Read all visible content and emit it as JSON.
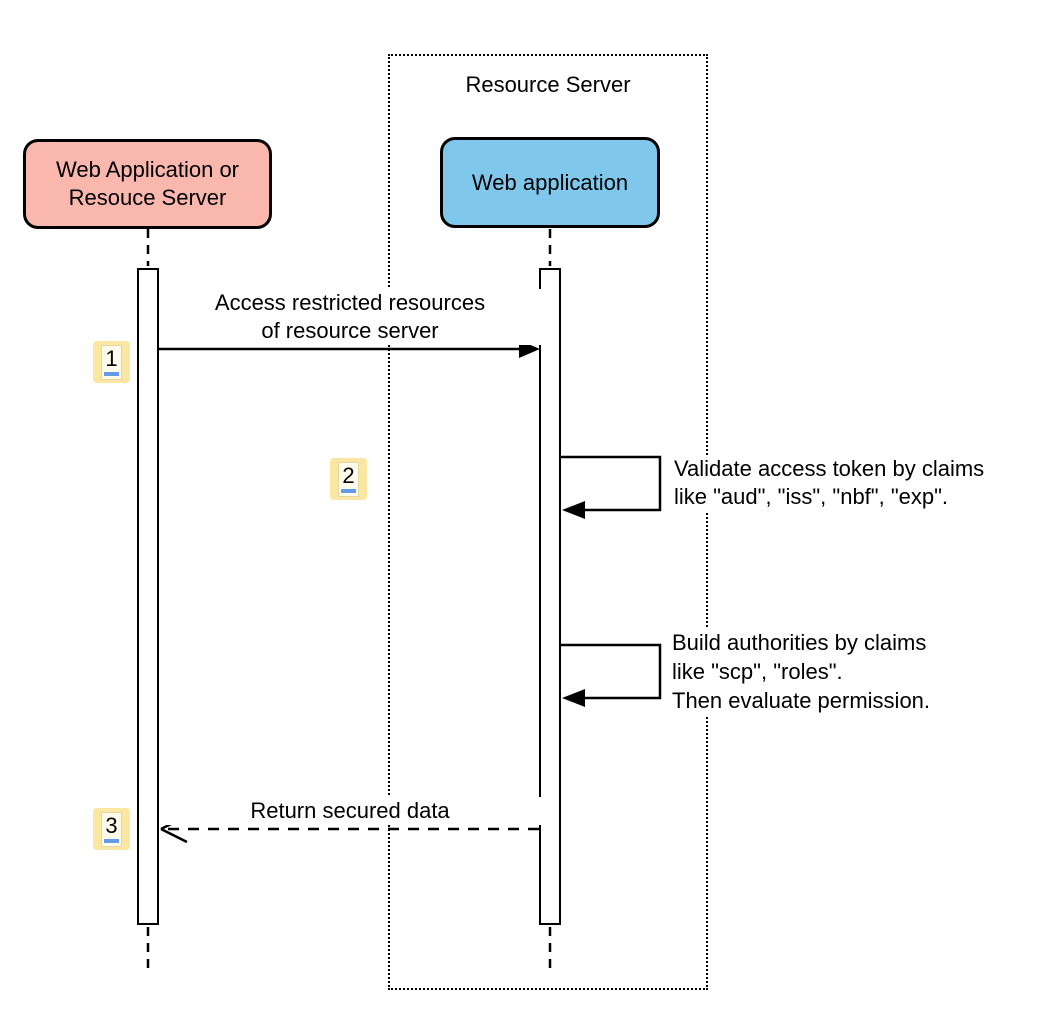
{
  "colors": {
    "background": "#FFFFFF",
    "actor_left_fill": "#F9B7AE",
    "actor_right_fill": "#7FC8EC",
    "badge_fill": "#FBE7A1",
    "badge_inner_fill": "#FEFBEB",
    "badge_underline": "#6699E8",
    "line_color": "#000000"
  },
  "frame": {
    "title": "Resource Server"
  },
  "actors": {
    "left": {
      "label": "Web Application or\nResouce Server"
    },
    "right": {
      "label": "Web application"
    }
  },
  "messages": {
    "m1": {
      "num": "1",
      "label": "Access restricted resources\nof resource server",
      "type": "solid-arrow"
    },
    "m2": {
      "num": "2",
      "label": "Validate access token by claims\nlike \"aud\", \"iss\", \"nbf\", \"exp\".",
      "type": "self-message"
    },
    "m3": {
      "label": "Build authorities by claims\nlike \"scp\", \"roles\".\nThen evaluate permission.",
      "type": "self-message"
    },
    "m4": {
      "num": "3",
      "label": "Return secured data",
      "type": "dashed-return"
    }
  }
}
